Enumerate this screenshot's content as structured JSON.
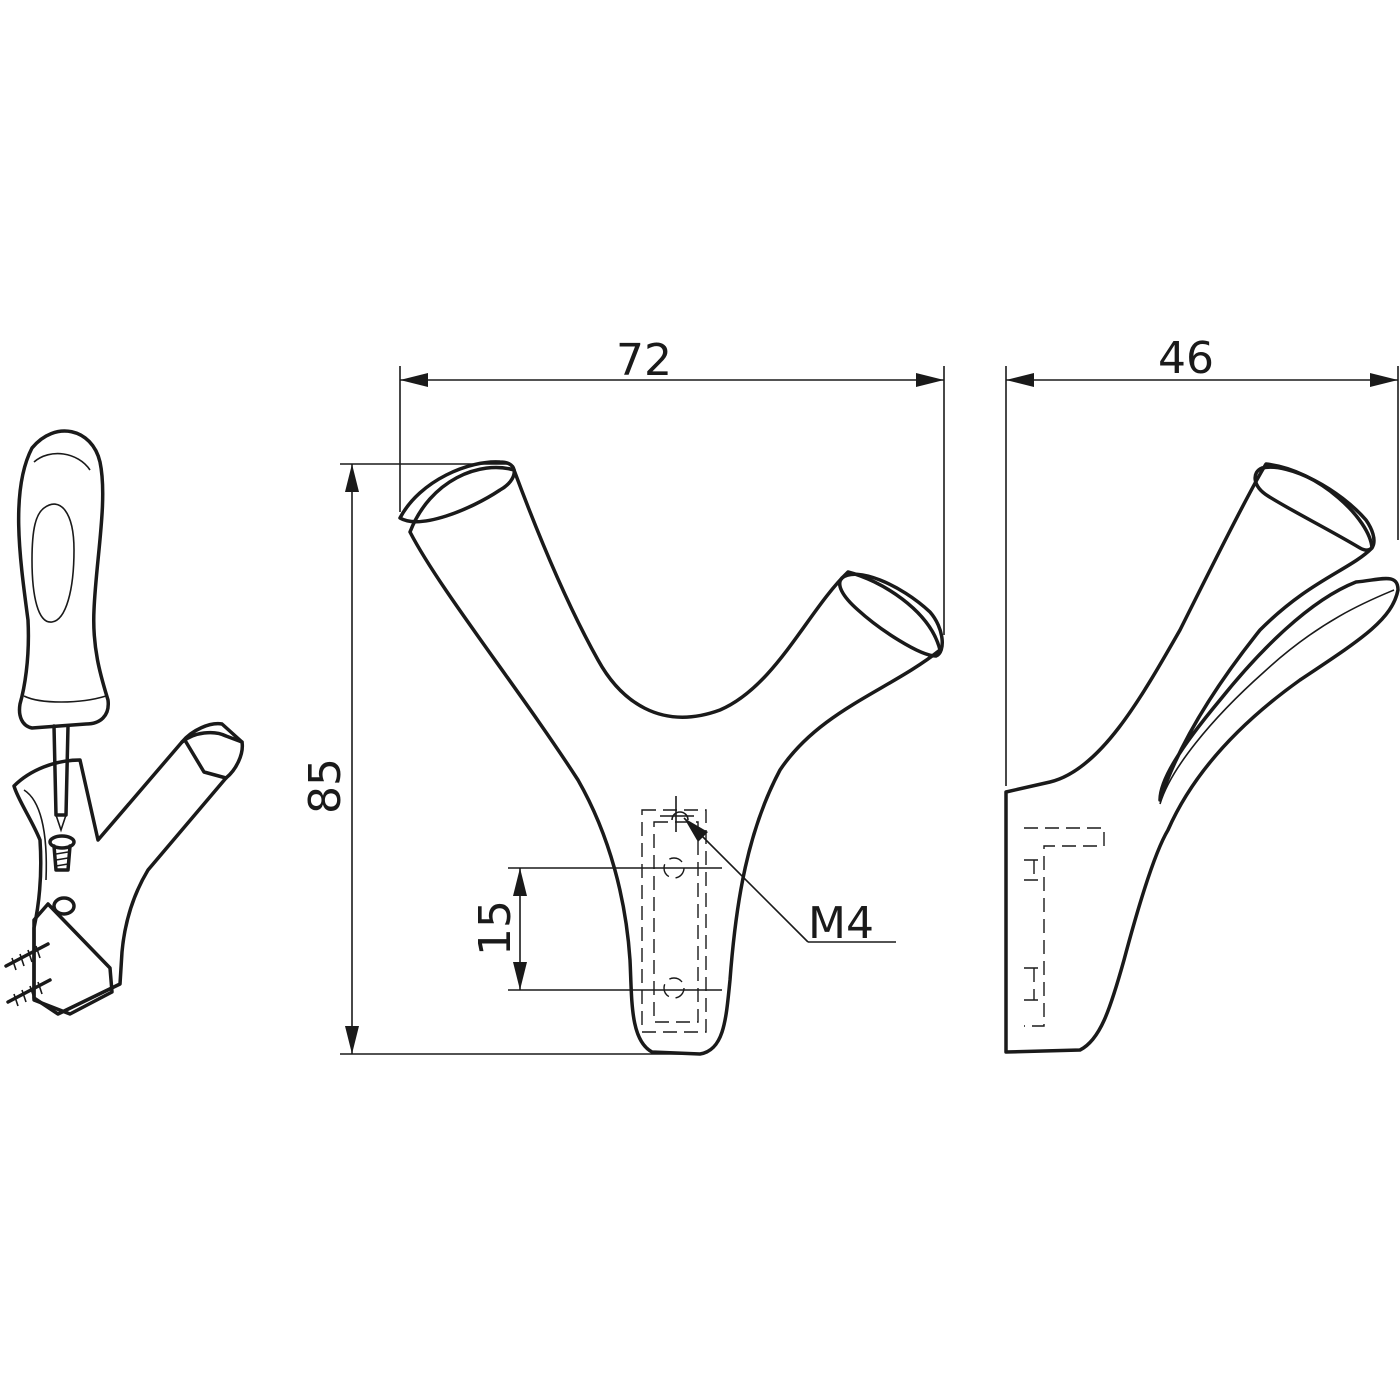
{
  "dimensions": {
    "width": "72",
    "height": "85",
    "depth": "46",
    "hole_spacing": "15",
    "thread": "M4"
  },
  "colors": {
    "line": "#1a1a1a",
    "background": "#ffffff"
  }
}
